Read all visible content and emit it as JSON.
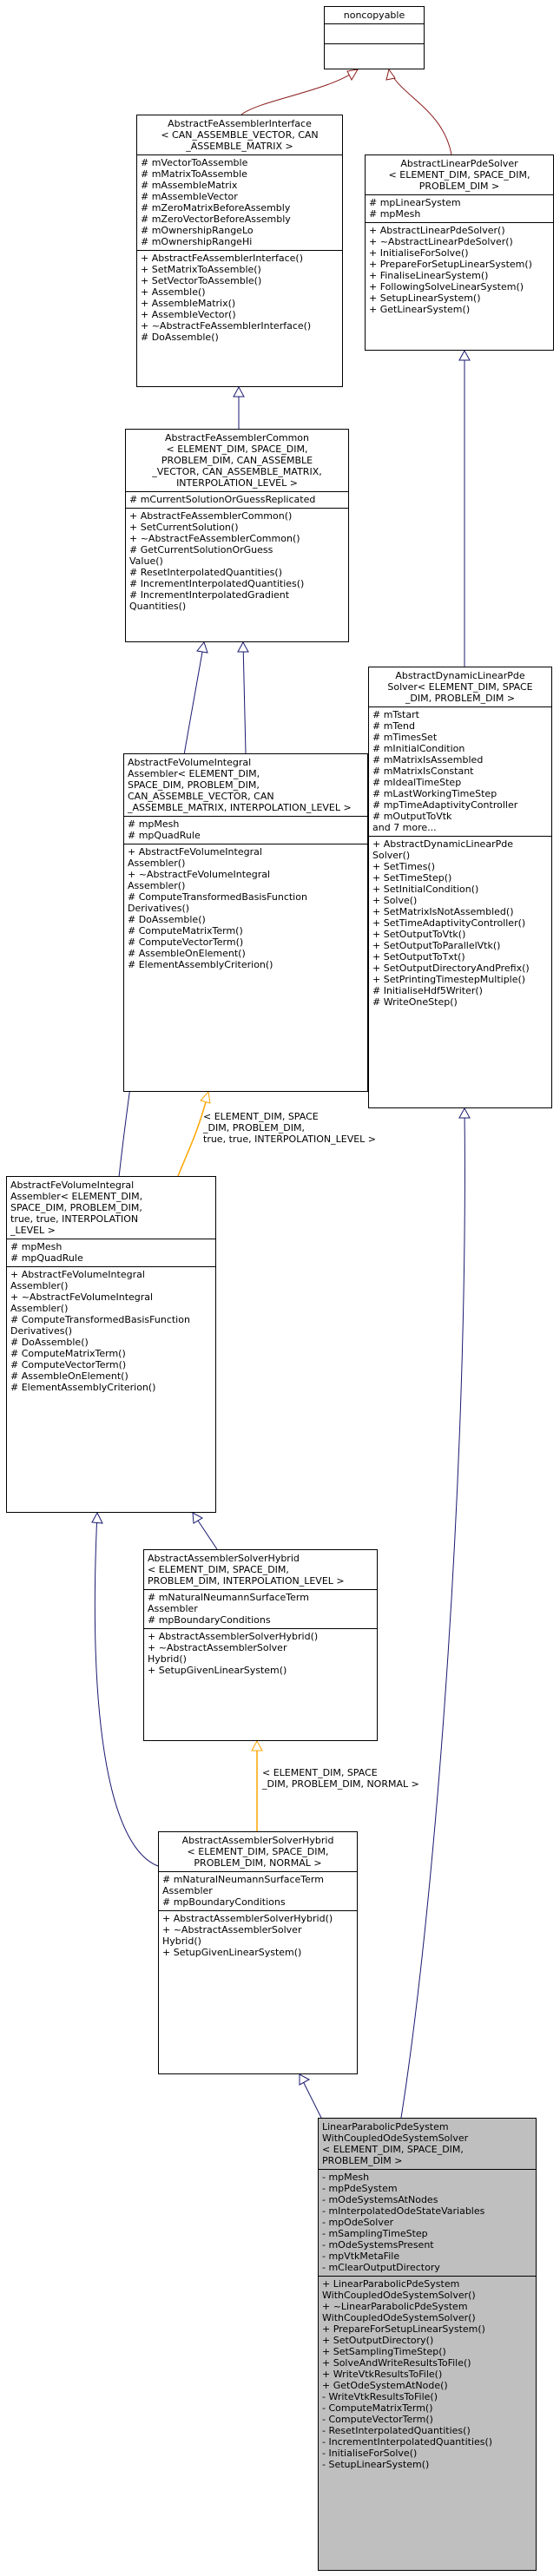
{
  "colors": {
    "inherit_edge": "#191970",
    "template_edge": "#ffa500",
    "private_edge": "#8b1a1a",
    "focus_bg": "#bfbfbf"
  },
  "classes": {
    "noncopyable": {
      "title": [
        "noncopyable"
      ],
      "attrs": [],
      "methods": []
    },
    "abstract_fe_assembler_interface": {
      "title": [
        "AbstractFeAssemblerInterface",
        "< CAN_ASSEMBLE_VECTOR, CAN",
        "_ASSEMBLE_MATRIX >"
      ],
      "attrs": [
        "# mVectorToAssemble",
        "# mMatrixToAssemble",
        "# mAssembleMatrix",
        "# mAssembleVector",
        "# mZeroMatrixBeforeAssembly",
        "# mZeroVectorBeforeAssembly",
        "# mOwnershipRangeLo",
        "# mOwnershipRangeHi"
      ],
      "methods": [
        "+ AbstractFeAssemblerInterface()",
        "+ SetMatrixToAssemble()",
        "+ SetVectorToAssemble()",
        "+ Assemble()",
        "+ AssembleMatrix()",
        "+ AssembleVector()",
        "+ ~AbstractFeAssemblerInterface()",
        "# DoAssemble()"
      ]
    },
    "abstract_linear_pde_solver": {
      "title": [
        "AbstractLinearPdeSolver",
        "< ELEMENT_DIM, SPACE_DIM,",
        "PROBLEM_DIM >"
      ],
      "attrs": [
        "# mpLinearSystem",
        "# mpMesh"
      ],
      "methods": [
        "+ AbstractLinearPdeSolver()",
        "+ ~AbstractLinearPdeSolver()",
        "+ InitialiseForSolve()",
        "+ PrepareForSetupLinearSystem()",
        "+ FinaliseLinearSystem()",
        "+ FollowingSolveLinearSystem()",
        "+ SetupLinearSystem()",
        "+ GetLinearSystem()"
      ]
    },
    "abstract_fe_assembler_common": {
      "title": [
        "AbstractFeAssemblerCommon",
        "< ELEMENT_DIM, SPACE_DIM,",
        "PROBLEM_DIM, CAN_ASSEMBLE",
        "_VECTOR, CAN_ASSEMBLE_MATRIX,",
        "INTERPOLATION_LEVEL >"
      ],
      "attrs": [
        "# mCurrentSolutionOrGuessReplicated"
      ],
      "methods": [
        "+ AbstractFeAssemblerCommon()",
        "+ SetCurrentSolution()",
        "+ ~AbstractFeAssemblerCommon()",
        "# GetCurrentSolutionOrGuess",
        "Value()",
        "# ResetInterpolatedQuantities()",
        "# IncrementInterpolatedQuantities()",
        "# IncrementInterpolatedGradient",
        "Quantities()"
      ]
    },
    "abstract_dynamic_linear_pde_solver": {
      "title": [
        "AbstractDynamicLinearPde",
        "Solver< ELEMENT_DIM, SPACE",
        "_DIM, PROBLEM_DIM >"
      ],
      "attrs": [
        "# mTstart",
        "# mTend",
        "# mTimesSet",
        "# mInitialCondition",
        "# mMatrixIsAssembled",
        "# mMatrixIsConstant",
        "# mIdealTimeStep",
        "# mLastWorkingTimeStep",
        "# mpTimeAdaptivityController",
        "# mOutputToVtk",
        "and 7 more..."
      ],
      "methods": [
        "+ AbstractDynamicLinearPde",
        "Solver()",
        "+ SetTimes()",
        "+ SetTimeStep()",
        "+ SetInitialCondition()",
        "+ Solve()",
        "+ SetMatrixIsNotAssembled()",
        "+ SetTimeAdaptivityController()",
        "+ SetOutputToVtk()",
        "+ SetOutputToParallelVtk()",
        "+ SetOutputToTxt()",
        "+ SetOutputDirectoryAndPrefix()",
        "+ SetPrintingTimestepMultiple()",
        "# InitialiseHdf5Writer()",
        "# WriteOneStep()"
      ]
    },
    "abstract_fe_volume_integral_assembler_tpl": {
      "title": [
        "AbstractFeVolumeIntegral",
        "Assembler< ELEMENT_DIM,",
        "SPACE_DIM, PROBLEM_DIM,",
        "CAN_ASSEMBLE_VECTOR, CAN",
        "_ASSEMBLE_MATRIX, INTERPOLATION_LEVEL >"
      ],
      "attrs": [
        "# mpMesh",
        "# mpQuadRule"
      ],
      "methods": [
        "+ AbstractFeVolumeIntegral",
        "Assembler()",
        "+ ~AbstractFeVolumeIntegral",
        "Assembler()",
        "# ComputeTransformedBasisFunction",
        "Derivatives()",
        "# DoAssemble()",
        "# ComputeMatrixTerm()",
        "# ComputeVectorTerm()",
        "# AssembleOnElement()",
        "# ElementAssemblyCriterion()"
      ]
    },
    "abstract_fe_volume_integral_assembler_inst": {
      "title": [
        "AbstractFeVolumeIntegral",
        "Assembler< ELEMENT_DIM,",
        "SPACE_DIM, PROBLEM_DIM,",
        "true, true, INTERPOLATION",
        "_LEVEL >"
      ],
      "attrs": [
        "# mpMesh",
        "# mpQuadRule"
      ],
      "methods": [
        "+ AbstractFeVolumeIntegral",
        "Assembler()",
        "+ ~AbstractFeVolumeIntegral",
        "Assembler()",
        "# ComputeTransformedBasisFunction",
        "Derivatives()",
        "# DoAssemble()",
        "# ComputeMatrixTerm()",
        "# ComputeVectorTerm()",
        "# AssembleOnElement()",
        "# ElementAssemblyCriterion()"
      ]
    },
    "abstract_assembler_solver_hybrid_tpl": {
      "title": [
        "AbstractAssemblerSolverHybrid",
        "< ELEMENT_DIM, SPACE_DIM,",
        "PROBLEM_DIM, INTERPOLATION_LEVEL >"
      ],
      "attrs": [
        "# mNaturalNeumannSurfaceTerm",
        "Assembler",
        "# mpBoundaryConditions"
      ],
      "methods": [
        "+ AbstractAssemblerSolverHybrid()",
        "+ ~AbstractAssemblerSolver",
        "Hybrid()",
        "+ SetupGivenLinearSystem()"
      ]
    },
    "abstract_assembler_solver_hybrid_inst": {
      "title": [
        "AbstractAssemblerSolverHybrid",
        "< ELEMENT_DIM, SPACE_DIM,",
        "PROBLEM_DIM, NORMAL >"
      ],
      "attrs": [
        "# mNaturalNeumannSurfaceTerm",
        "Assembler",
        "# mpBoundaryConditions"
      ],
      "methods": [
        "+ AbstractAssemblerSolverHybrid()",
        "+ ~AbstractAssemblerSolver",
        "Hybrid()",
        "+ SetupGivenLinearSystem()"
      ]
    },
    "linear_parabolic_pde_system": {
      "title": [
        "LinearParabolicPdeSystem",
        "WithCoupledOdeSystemSolver",
        "< ELEMENT_DIM, SPACE_DIM,",
        "PROBLEM_DIM >"
      ],
      "attrs": [
        "- mpMesh",
        "- mpPdeSystem",
        "- mOdeSystemsAtNodes",
        "- mInterpolatedOdeStateVariables",
        "- mpOdeSolver",
        "- mSamplingTimeStep",
        "- mOdeSystemsPresent",
        "- mpVtkMetaFile",
        "- mClearOutputDirectory"
      ],
      "methods": [
        "+ LinearParabolicPdeSystem",
        "WithCoupledOdeSystemSolver()",
        "+ ~LinearParabolicPdeSystem",
        "WithCoupledOdeSystemSolver()",
        "+ PrepareForSetupLinearSystem()",
        "+ SetOutputDirectory()",
        "+ SetSamplingTimeStep()",
        "+ SolveAndWriteResultsToFile()",
        "+ WriteVtkResultsToFile()",
        "+ GetOdeSystemAtNode()",
        "- WriteVtkResultsToFile()",
        "- ComputeMatrixTerm()",
        "- ComputeVectorTerm()",
        "- ResetInterpolatedQuantities()",
        "- IncrementInterpolatedQuantities()",
        "- InitialiseForSolve()",
        "- SetupLinearSystem()"
      ]
    }
  },
  "edge_labels": {
    "fvia_template_args": [
      "< ELEMENT_DIM, SPACE",
      "_DIM, PROBLEM_DIM,",
      "true, true, INTERPOLATION_LEVEL >"
    ],
    "hybrid_template_args": [
      "< ELEMENT_DIM, SPACE",
      "_DIM, PROBLEM_DIM, NORMAL >"
    ]
  }
}
